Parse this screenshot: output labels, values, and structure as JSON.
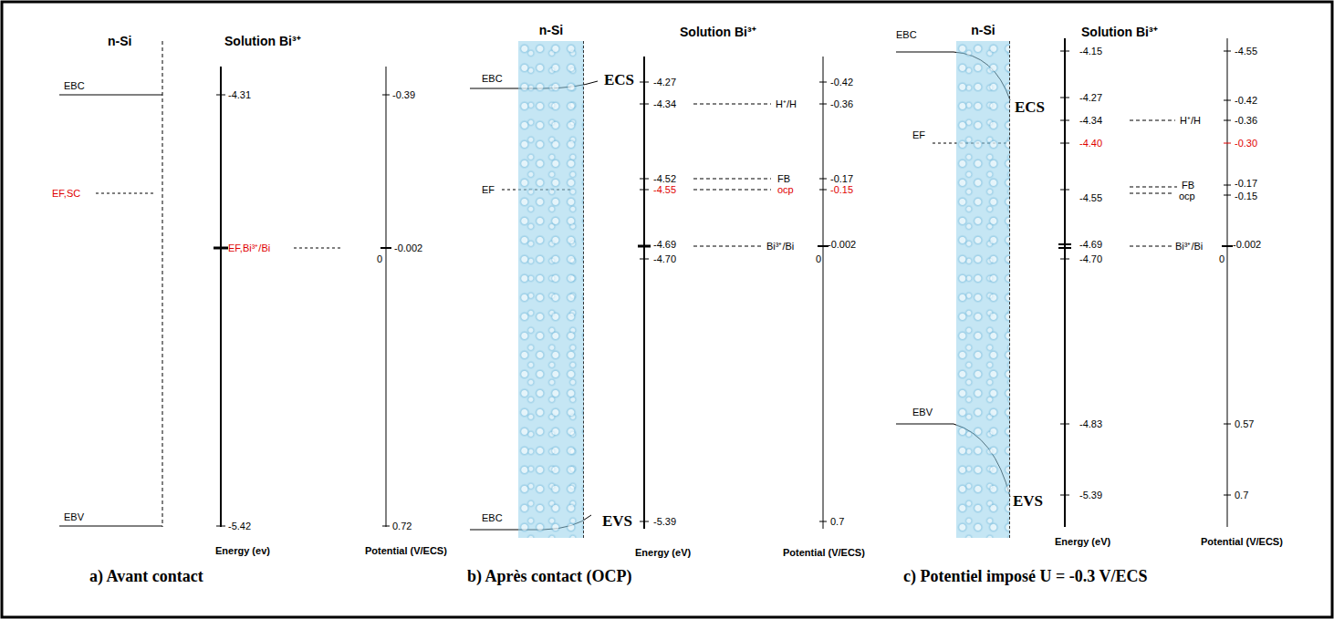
{
  "diagram": {
    "nodes": [
      {
        "text": [
          "n-Si"
        ]
      },
      {
        "text": [
          "n-Si"
        ]
      }
    ],
    "labels": [
      "n-Si",
      "Solution Bi³⁺",
      "EBC",
      "EF,SC",
      "EBV",
      "-4.31",
      "EF,Bi³⁺/Bi",
      "-5.42",
      "-0.39",
      "-0.002",
      "0",
      "0.72",
      "Energy (ev)",
      "Potential (V/ECS)",
      "a) Avant contact",
      "Solution Bi³⁺",
      "EBC",
      "ECS",
      "EF",
      "EBC",
      "EVS",
      "-4.27",
      "-4.34",
      "-4.52",
      "-4.55",
      "-4.69",
      "-4.70",
      "-5.39",
      "H⁺/H",
      "FB",
      "ocp",
      "Bi³⁺/Bi",
      "-0.42",
      "-0.36",
      "-0.17",
      "-0.15",
      "-0.002",
      "0",
      "0.7",
      "Energy (eV)",
      "Potential (V/ECS)",
      "b) Après contact (OCP)",
      "EBC",
      "Solution Bi³⁺",
      "ECS",
      "EF",
      "EBV",
      "EVS",
      "-4.15",
      "-4.27",
      "-4.34",
      "-4.40",
      "-4.55",
      "-4.69",
      "-4.70",
      "-4.83",
      "-5.39",
      "H⁺/H",
      "FB",
      "ocp",
      "Bi³⁺/Bi",
      "-4.55",
      "-0.42",
      "-0.36",
      "-0.30",
      "-0.17",
      "-0.15",
      "-0.002",
      "0",
      "0.57",
      "0.7",
      "Energy (eV)",
      "Potential (V/ECS)",
      "c) Potentiel imposé U = -0.3 V/ECS"
    ]
  }
}
